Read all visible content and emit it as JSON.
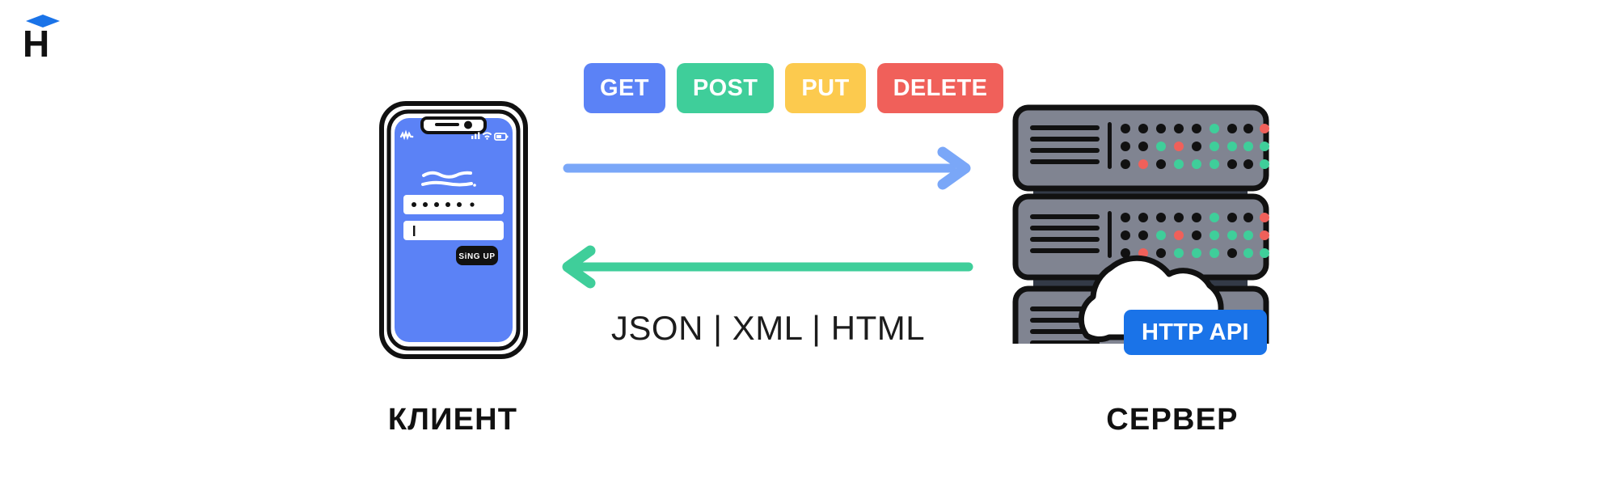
{
  "logo": {
    "letter": "H",
    "cap_color": "#1a73e8",
    "letter_color": "#111111",
    "name": "hexlet-logo"
  },
  "diagram": {
    "title_client": "КЛИЕНТ",
    "title_server": "СЕРВЕР",
    "formats_label": "JSON | XML | HTML"
  },
  "methods": [
    {
      "label": "GET",
      "color": "#5b82f6"
    },
    {
      "label": "POST",
      "color": "#3fce9a"
    },
    {
      "label": "PUT",
      "color": "#fcca4e"
    },
    {
      "label": "DELETE",
      "color": "#f0605a"
    }
  ],
  "arrows": {
    "request": {
      "direction": "right",
      "color": "#7aa7f8",
      "label": "request"
    },
    "response": {
      "direction": "left",
      "color": "#3fce9a",
      "label": "response"
    }
  },
  "phone": {
    "screen_color": "#5b82f6",
    "frame_color": "#111111",
    "body_color": "#ffffff",
    "password_dots": 6,
    "button_label": "SiNG UP",
    "button_color": "#111111",
    "status_icons": [
      "carrier-squiggle-icon",
      "signal-bars-icon",
      "wifi-icon",
      "battery-icon"
    ]
  },
  "server": {
    "rack_count": 3,
    "rack_color": "#808491",
    "outline_color": "#111111",
    "led_colors": [
      "#111111",
      "#3fce9a",
      "#f0605a"
    ],
    "cloud_color": "#ffffff",
    "badge_label": "HTTP API",
    "badge_color": "#1a73e8"
  }
}
